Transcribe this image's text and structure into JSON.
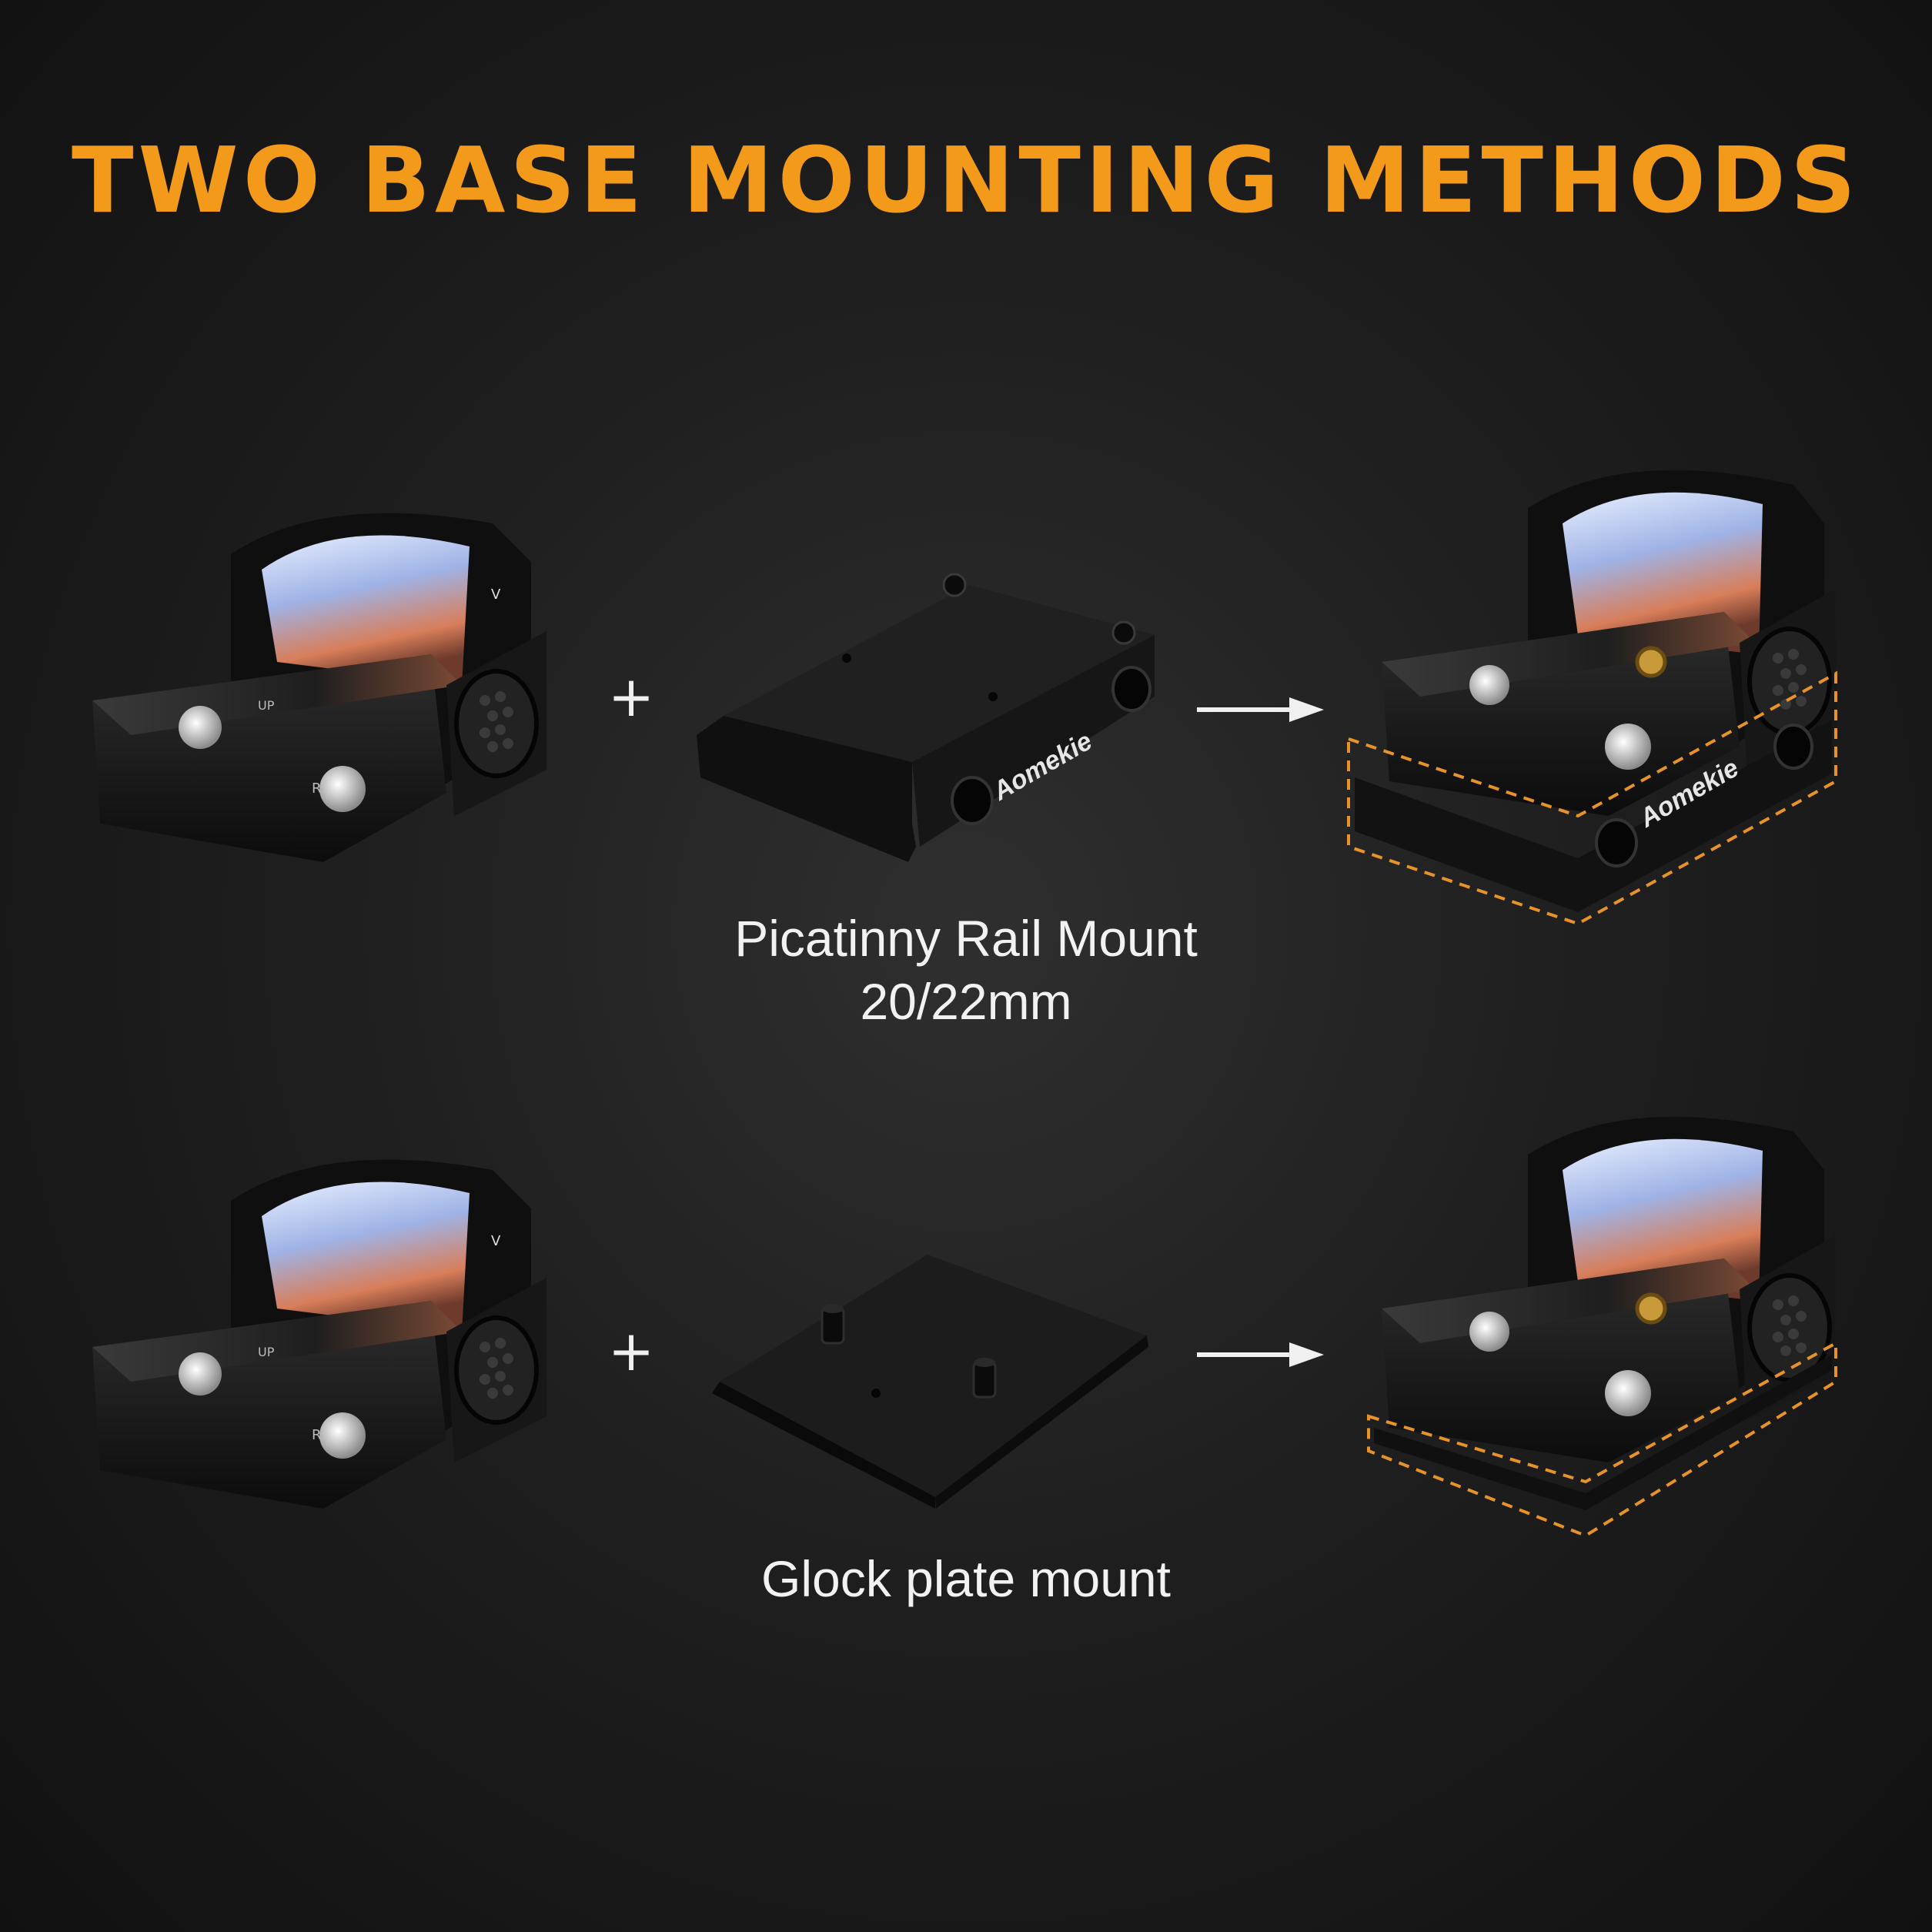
{
  "title": "TWO BASE MOUNTING METHODS",
  "brand": "Aomekie",
  "operators": {
    "plus": "+",
    "arrow": "→"
  },
  "sight_marks": {
    "up": "UP",
    "r": "R",
    "badge": "V"
  },
  "rows": [
    {
      "caption_lines": [
        "Picatinny Rail Mount",
        "20/22mm"
      ],
      "mount": "picatinny-rail-mount"
    },
    {
      "caption_lines": [
        "Glock plate mount"
      ],
      "mount": "glock-plate-mount"
    }
  ],
  "colors": {
    "title": "#f39a1b",
    "background": "#1c1c1c",
    "caption": "#f2f2f2",
    "highlight_dash": "#e8932a",
    "metal": "#141414"
  }
}
